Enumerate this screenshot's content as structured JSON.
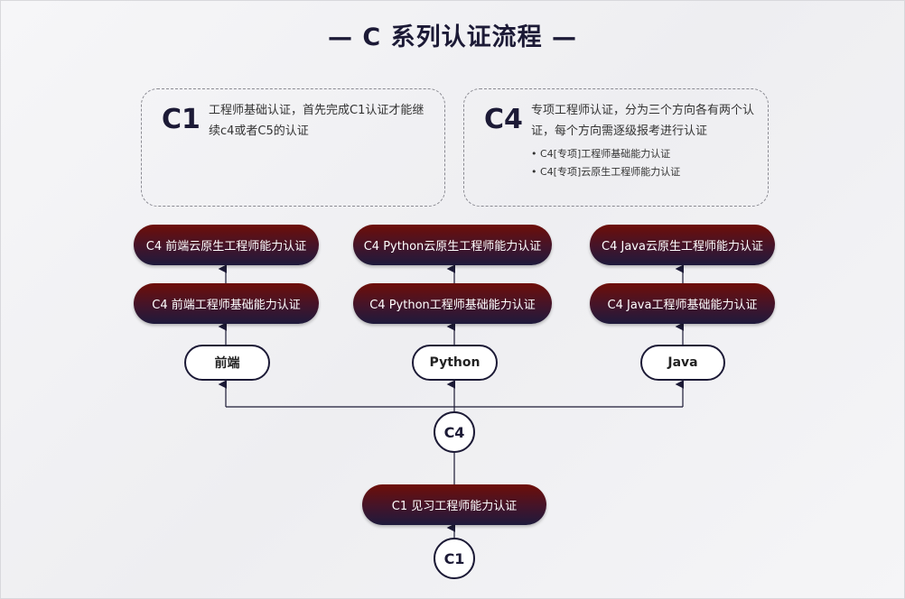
{
  "title": "— C 系列认证流程 —",
  "info_boxes": [
    {
      "code": "C1",
      "desc": "工程师基础认证，首先完成C1认证才能继续c4或者C5的认证",
      "bullets": []
    },
    {
      "code": "C4",
      "desc": "专项工程师认证，分为三个方向各有两个认证，每个方向需逐级报考进行认证",
      "bullets": [
        "C4[专项]工程师基础能力认证",
        "C4[专项]云原生工程师能力认证"
      ]
    }
  ],
  "tracks": [
    {
      "name": "前端",
      "basic": "C4 前端工程师基础能力认证",
      "cloud": "C4 前端云原生工程师能力认证"
    },
    {
      "name": "Python",
      "basic": "C4 Python工程师基础能力认证",
      "cloud": "C4 Python云原生工程师能力认证"
    },
    {
      "name": "Java",
      "basic": "C4 Java工程师基础能力认证",
      "cloud": "C4 Java云原生工程师能力认证"
    }
  ],
  "c4_node": "C4",
  "c1_cert": "C1 见习工程师能力认证",
  "c1_node": "C1"
}
